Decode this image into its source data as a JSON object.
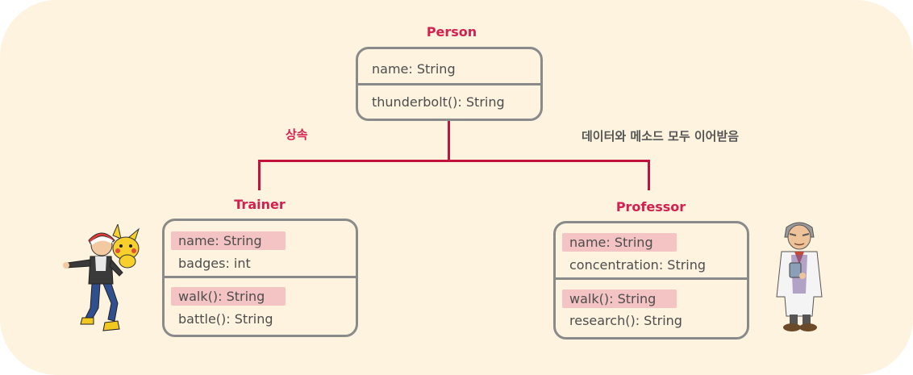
{
  "colors": {
    "background": "#fdf3df",
    "accent": "#d41f4f",
    "connector": "#c4123f",
    "box_border": "#8a8a8a",
    "highlight": "#f4c3c3",
    "text": "#4d4d4d",
    "note_text": "#555555"
  },
  "labels": {
    "inheritance": "상속",
    "inherit_note": "데이터와 메소드  모두 이어받음"
  },
  "classes": {
    "person": {
      "name": "Person",
      "fields": [
        "name: String"
      ],
      "methods": [
        "thunderbolt(): String"
      ]
    },
    "trainer": {
      "name": "Trainer",
      "fields": [
        "name: String",
        "badges: int"
      ],
      "methods": [
        "walk(): String",
        "battle(): String"
      ]
    },
    "professor": {
      "name": "Professor",
      "fields": [
        "name: String",
        "concentration: String"
      ],
      "methods": [
        "walk(): String",
        "research(): String"
      ]
    }
  },
  "illustrations": {
    "trainer_icon": "trainer-with-pikachu-icon",
    "professor_icon": "professor-icon"
  }
}
